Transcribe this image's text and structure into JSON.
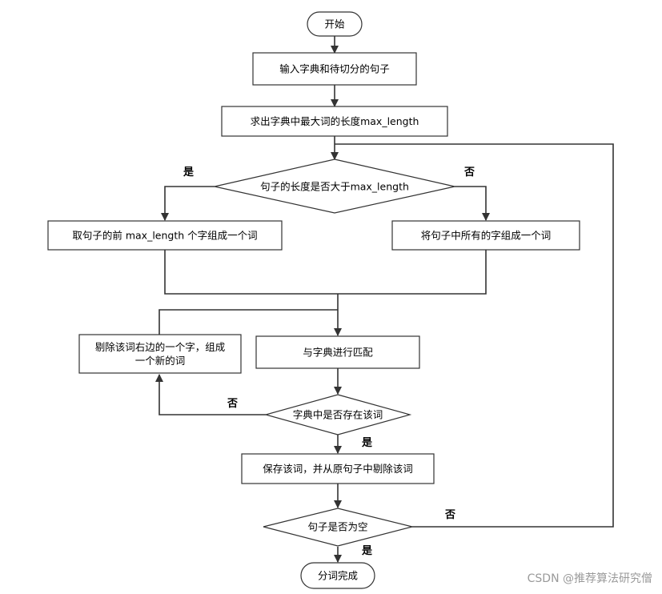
{
  "nodes": {
    "start": "开始",
    "input": "输入字典和待切分的句子",
    "maxlen": "求出字典中最大词的长度max_length",
    "decision_length": "句子的长度是否大于max_length",
    "take_prefix": "取句子的前 max_length 个字组成一个词",
    "take_all": "将句子中所有的字组成一个词",
    "match": "与字典进行匹配",
    "remove_right_1": "剔除该词右边的一个字，组成",
    "remove_right_2": "一个新的词",
    "decision_exists": "字典中是否存在该词",
    "save": "保存该词，并从原句子中剔除该词",
    "decision_empty": "句子是否为空",
    "end": "分词完成"
  },
  "edge_labels": {
    "length_yes": "是",
    "length_no": "否",
    "exists_no": "否",
    "exists_yes": "是",
    "empty_no": "否",
    "empty_yes": "是"
  },
  "watermark": "CSDN @推荐算法研究僧"
}
